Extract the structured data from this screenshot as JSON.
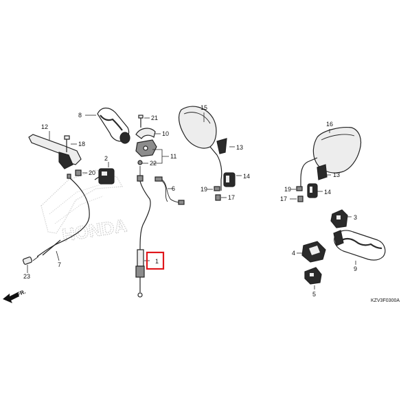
{
  "callouts": [
    "1",
    "2",
    "3",
    "4",
    "5",
    "6",
    "7",
    "8",
    "9",
    "10",
    "11",
    "12",
    "13",
    "13",
    "14",
    "14",
    "15",
    "16",
    "17",
    "17",
    "18",
    "19",
    "19",
    "20",
    "21",
    "22",
    "23"
  ],
  "watermark": "HONDA",
  "direction_label": "FR.",
  "diagram_code": "KZV3F0300A",
  "highlight_color": "#e0161b"
}
